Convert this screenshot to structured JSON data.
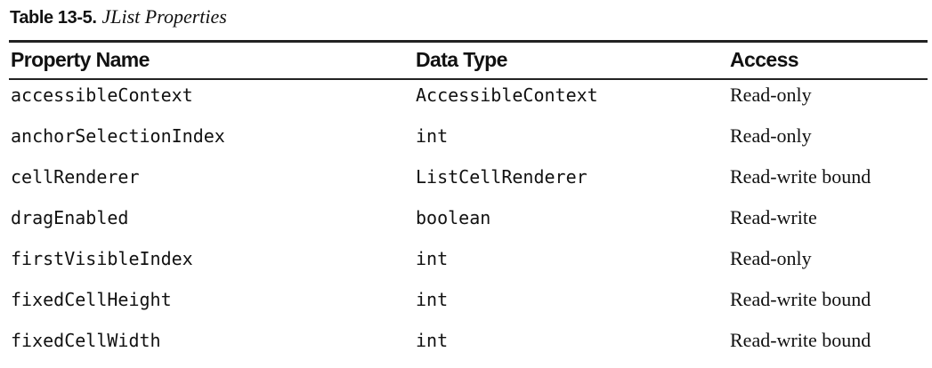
{
  "caption": {
    "label": "Table 13-5.",
    "title": "JList Properties"
  },
  "table": {
    "columns": [
      "Property Name",
      "Data Type",
      "Access"
    ],
    "rows": [
      {
        "property": "accessibleContext",
        "type": "AccessibleContext",
        "access": "Read-only"
      },
      {
        "property": "anchorSelectionIndex",
        "type": "int",
        "access": "Read-only"
      },
      {
        "property": "cellRenderer",
        "type": "ListCellRenderer",
        "access": "Read-write bound"
      },
      {
        "property": "dragEnabled",
        "type": "boolean",
        "access": "Read-write"
      },
      {
        "property": "firstVisibleIndex",
        "type": "int",
        "access": "Read-only"
      },
      {
        "property": "fixedCellHeight",
        "type": "int",
        "access": "Read-write bound"
      },
      {
        "property": "fixedCellWidth",
        "type": "int",
        "access": "Read-write bound"
      }
    ]
  }
}
